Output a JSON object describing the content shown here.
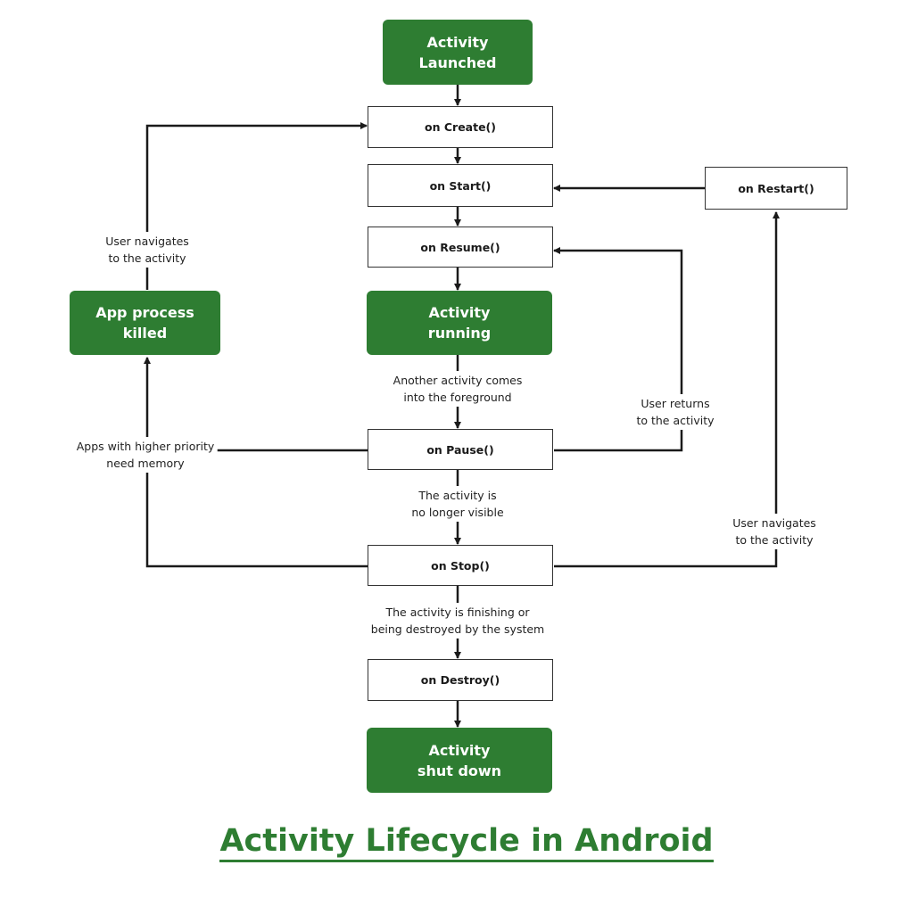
{
  "colors": {
    "primary_green": "#2e7d32",
    "method_border": "#333333",
    "line": "#1a1a1a",
    "text": "#222222",
    "background": "#ffffff"
  },
  "title": "Activity Lifecycle in Android",
  "nodes": {
    "launched": "Activity\nLaunched",
    "on_create": "on Create()",
    "on_start": "on Start()",
    "on_resume": "on Resume()",
    "running": "Activity\nrunning",
    "on_pause": "on Pause()",
    "on_stop": "on Stop()",
    "on_destroy": "on Destroy()",
    "shut_down": "Activity\nshut down",
    "on_restart": "on Restart()",
    "process_killed": "App process\nkilled"
  },
  "edge_labels": {
    "navigates_left": "User navigates\nto the activity",
    "another_activity": "Another activity comes\ninto the foreground",
    "user_returns": "User returns\nto the activity",
    "higher_priority": "Apps with higher priority\nneed memory",
    "no_longer_visible": "The activity is\nno longer visible",
    "navigates_right": "User navigates\nto the activity",
    "finishing": "The activity is finishing or\nbeing destroyed by the system"
  }
}
